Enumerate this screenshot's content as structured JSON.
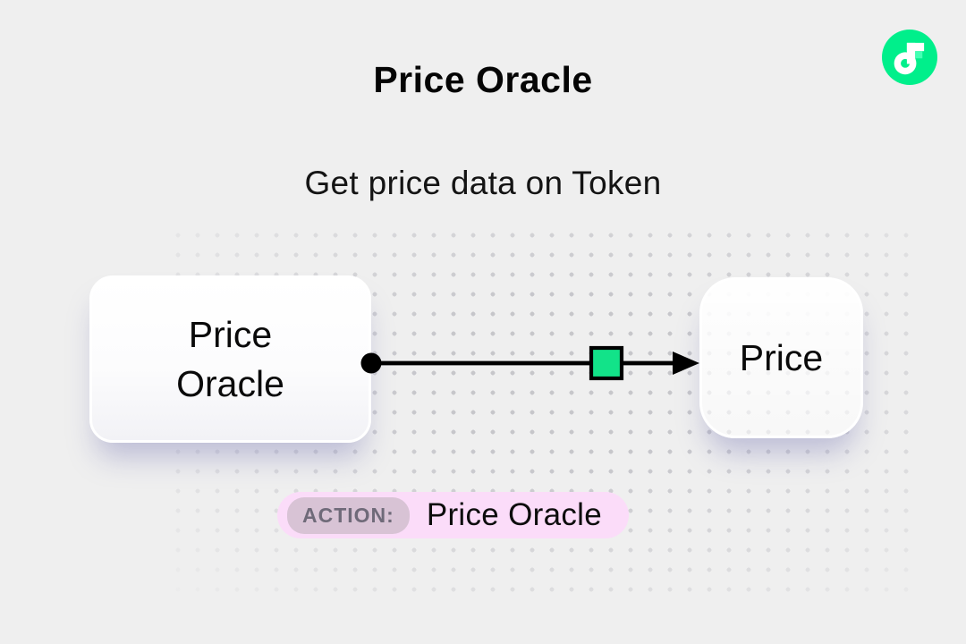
{
  "page": {
    "title": "Price Oracle",
    "subtitle": "Get price data on Token"
  },
  "logo": {
    "name": "flow-logo"
  },
  "diagram": {
    "source_node": {
      "label": "Price Oracle"
    },
    "target_node": {
      "label": "Price"
    },
    "connector": {
      "direction": "left-to-right",
      "start_marker": "filled-circle",
      "mid_marker": "green-square",
      "end_marker": "arrowhead"
    }
  },
  "action_badge": {
    "prefix": "ACTION:",
    "label": "Price Oracle"
  },
  "theme": {
    "background": "#efefef",
    "flow_green": "#00ef8b",
    "flow_green_light": "#45ffb4",
    "marker_green": "#12e389",
    "line_black": "#000000",
    "badge_pink": "#fbdcf9",
    "badge_prefix_bg": "#d8c3d5",
    "badge_prefix_text": "#6f6a79"
  }
}
